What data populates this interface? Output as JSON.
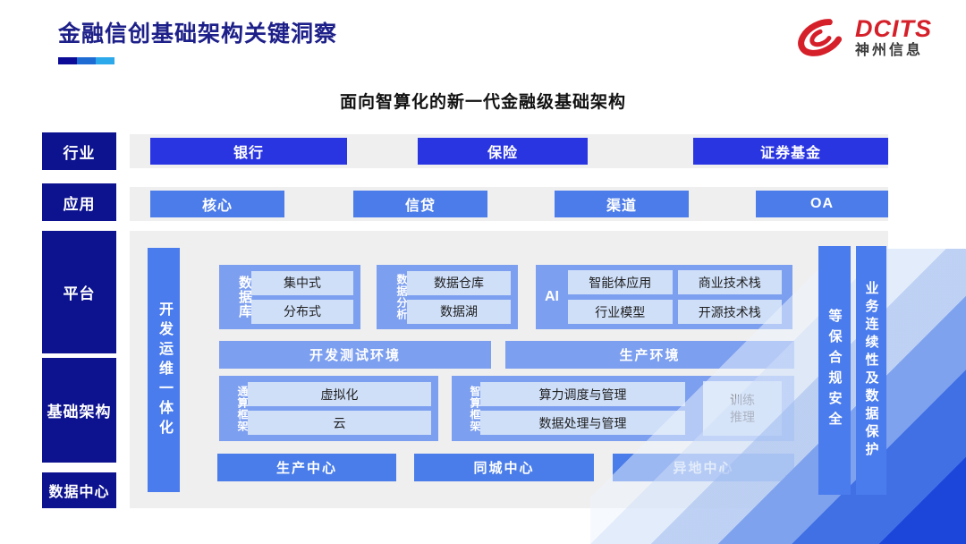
{
  "colors": {
    "accent_navy": "#0d128f",
    "accent_deep_blue": "#2a35e2",
    "accent_blue": "#4b7ce9",
    "accent_soft_blue": "#7d9ff0",
    "accent_pale_blue": "#cfdff8",
    "panel_gray": "#efefef",
    "brand_red": "#d5202a",
    "title_navy": "#1e2089"
  },
  "header": {
    "title": "金融信创基础架构关键洞察",
    "logo": {
      "brand": "DCITS",
      "company": "神州信息"
    }
  },
  "subtitle": "面向智算化的新一代金融级基础架构",
  "rows": {
    "industry": {
      "label": "行业",
      "items": [
        "银行",
        "保险",
        "证券基金"
      ]
    },
    "application": {
      "label": "应用",
      "items": [
        "核心",
        "信贷",
        "渠道",
        "OA"
      ]
    }
  },
  "side_labels": {
    "platform": "平台",
    "infrastructure": "基础架构",
    "datacenter": "数据中心"
  },
  "platform": {
    "devops_bar": "开发运维一体化",
    "database": {
      "label": "数据库",
      "items": [
        "集中式",
        "分布式"
      ]
    },
    "analytics": {
      "label": "数据分析",
      "items": [
        "数据仓库",
        "数据湖"
      ]
    },
    "ai": {
      "label": "AI",
      "items": [
        "智能体应用",
        "商业技术栈",
        "行业模型",
        "开源技术栈"
      ]
    },
    "environments": [
      "开发测试环境",
      "生产环境"
    ],
    "general_compute": {
      "label": "通算框架",
      "items": [
        "虚拟化",
        "云"
      ]
    },
    "intelligent_compute": {
      "label": "智算框架",
      "items": [
        "算力调度与管理",
        "数据处理与管理"
      ],
      "side_item": "训练\n推理"
    },
    "centers": [
      "生产中心",
      "同城中心",
      "异地中心"
    ],
    "security_bar": "等保合规安全",
    "continuity_bar": "业务连续性及数据保护"
  }
}
